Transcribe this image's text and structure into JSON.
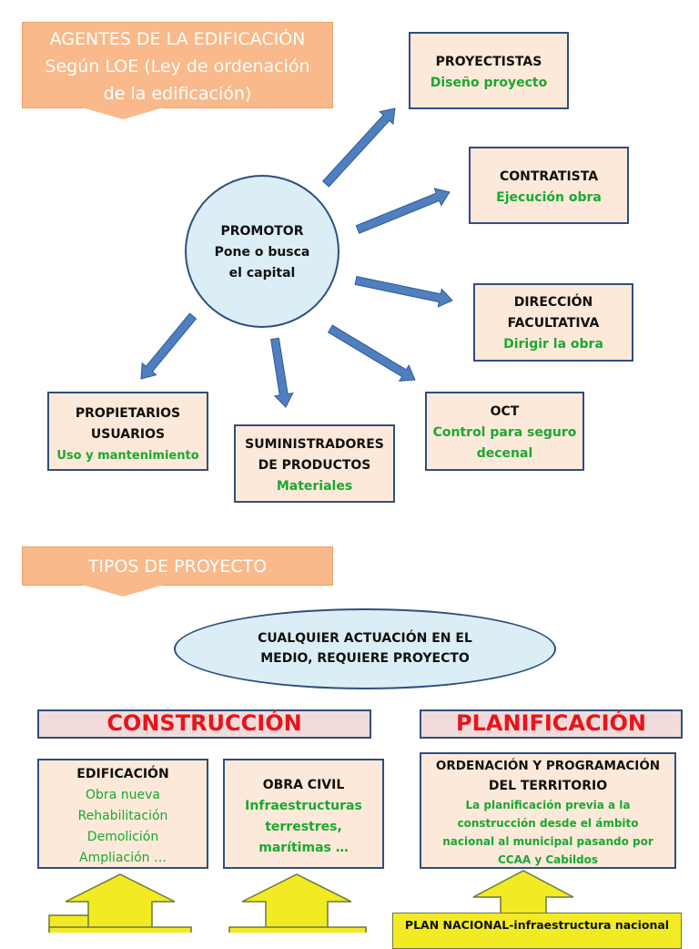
{
  "agentes": {
    "callout_lines": [
      "AGENTES DE LA EDIFICACIÓN",
      "Según LOE (Ley de ordenación",
      "de la edificación)"
    ],
    "promotor": [
      "PROMOTOR",
      "Pone o busca",
      "el capital"
    ],
    "proyectistas": {
      "title": [
        "PROYECTISTAS"
      ],
      "desc": [
        "Diseño proyecto"
      ]
    },
    "contratista": {
      "title": [
        "CONTRATISTA"
      ],
      "desc": [
        "Ejecución obra"
      ]
    },
    "direccion": {
      "title": [
        "DIRECCIÓN",
        "FACULTATIVA"
      ],
      "desc": [
        "Dirigir la obra"
      ]
    },
    "oct": {
      "title": [
        "OCT"
      ],
      "desc": [
        "Control para seguro",
        "decenal"
      ]
    },
    "suministradores": {
      "title": [
        "SUMINISTRADORES",
        "DE PRODUCTOS"
      ],
      "desc": [
        "Materiales"
      ]
    },
    "propietarios": {
      "title": [
        "PROPIETARIOS",
        "USUARIOS"
      ],
      "desc": [
        "Uso y mantenimiento"
      ]
    }
  },
  "tipos": {
    "callout": "TIPOS DE PROYECTO",
    "ellipse_lines": [
      "CUALQUIER ACTUACIÓN EN EL",
      "MEDIO, REQUIERE PROYECTO"
    ],
    "construccion": "CONSTRUCCIÓN",
    "planificacion": "PLANIFICACIÓN",
    "edificacion": {
      "title": "EDIFICACIÓN",
      "desc": [
        "Obra nueva",
        "Rehabilitación",
        "Demolición",
        "Ampliación …"
      ]
    },
    "obra_civil": {
      "title": "OBRA CIVIL",
      "desc": [
        "Infraestructuras",
        "terrestres,",
        "marítimas …"
      ]
    },
    "ordenacion": {
      "title": [
        "ORDENACIÓN Y PROGRAMACIÓN",
        "DEL TERRITORIO"
      ],
      "desc": [
        "La planificación previa a la",
        "construcción desde el ámbito",
        "nacional al municipal pasando por",
        "CCAA y Cabildos"
      ]
    },
    "plan_nacional": "PLAN NACIONAL-infraestructura nacional"
  },
  "colors": {
    "accent_green": "#1aa832",
    "accent_red": "#e8141b",
    "box_fill": "#fde9d9",
    "border_blue": "#2f4f7f",
    "arrow_blue": "#4f7fbf",
    "arrow_yellow": "#f2ea23"
  }
}
